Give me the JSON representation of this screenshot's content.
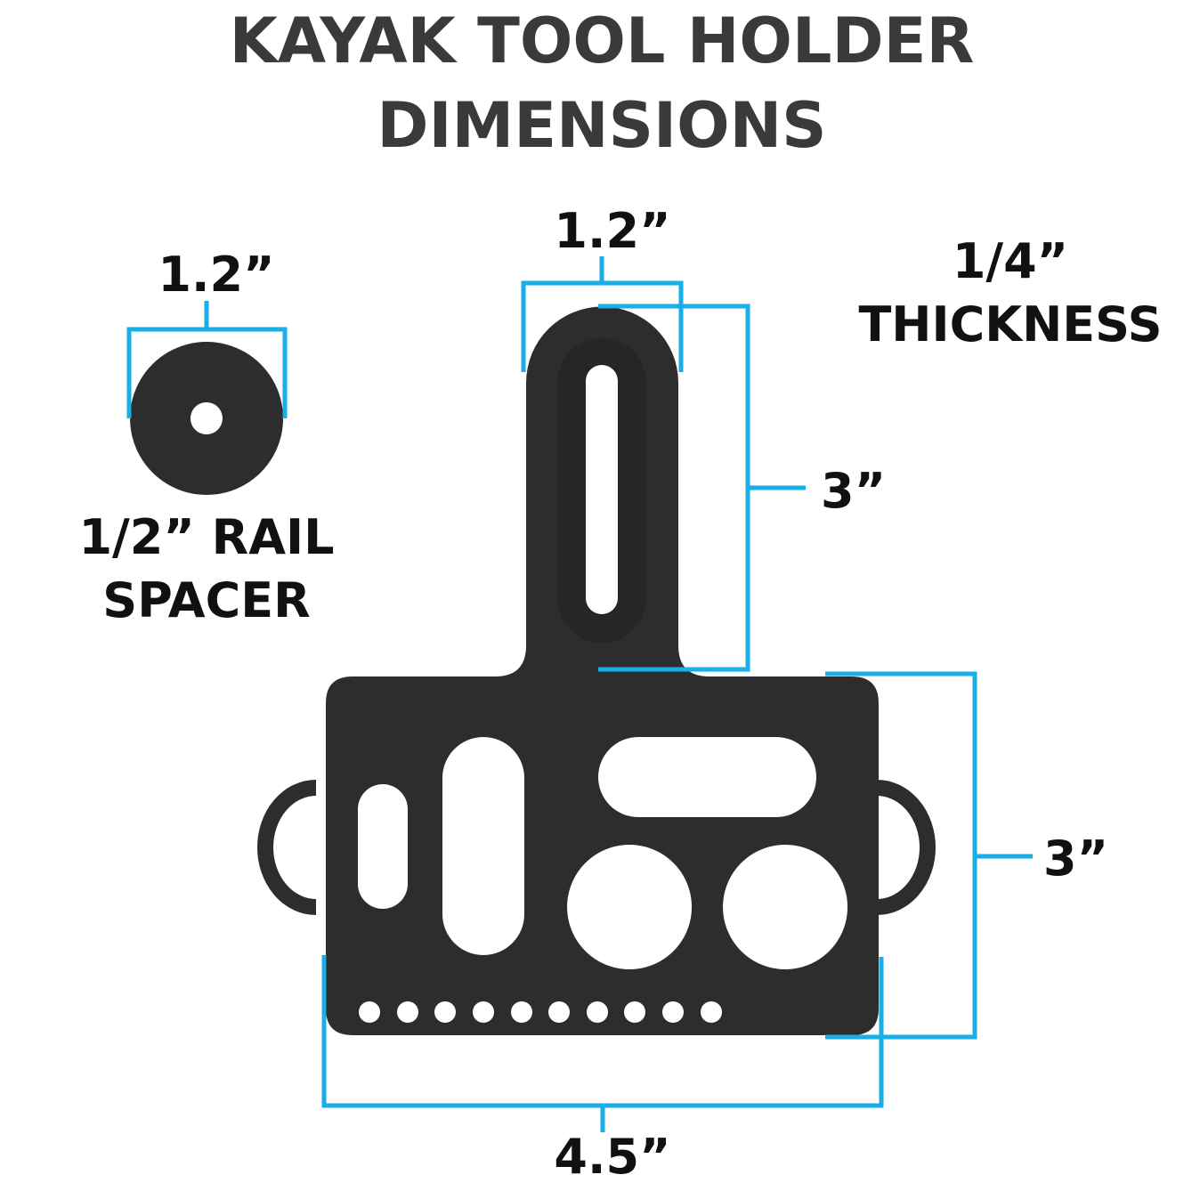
{
  "title": {
    "line1": "KAYAK TOOL HOLDER",
    "line2": "DIMENSIONS"
  },
  "spacer": {
    "width_label": "1.2”",
    "name_line1": "1/2” RAIL",
    "name_line2": "SPACER"
  },
  "holder": {
    "tab_width_label": "1.2”",
    "tab_height_label": "3”",
    "body_height_label": "3”",
    "body_width_label": "4.5”"
  },
  "thickness": {
    "value": "1/4”",
    "label": "THICKNESS"
  },
  "colors": {
    "part": "#2d2d2d",
    "dimension": "#1aaee8",
    "title": "#3a3a3a"
  }
}
